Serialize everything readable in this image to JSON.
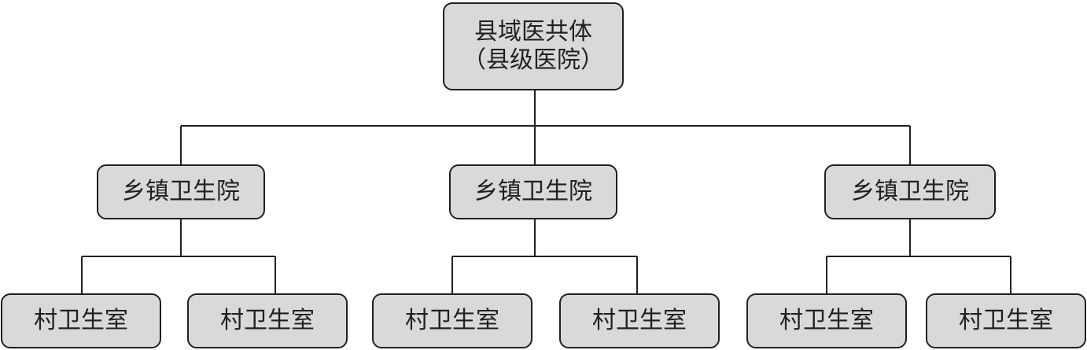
{
  "root": {
    "line1": "县域医共体",
    "line2": "（县级医院）"
  },
  "towns": [
    {
      "label": "乡镇卫生院"
    },
    {
      "label": "乡镇卫生院"
    },
    {
      "label": "乡镇卫生院"
    }
  ],
  "villages": [
    {
      "label": "村卫生室"
    },
    {
      "label": "村卫生室"
    },
    {
      "label": "村卫生室"
    },
    {
      "label": "村卫生室"
    },
    {
      "label": "村卫生室"
    },
    {
      "label": "村卫生室"
    }
  ],
  "colors": {
    "node_fill": "#d9d9d9",
    "stroke": "#231f20",
    "text": "#231f20"
  }
}
